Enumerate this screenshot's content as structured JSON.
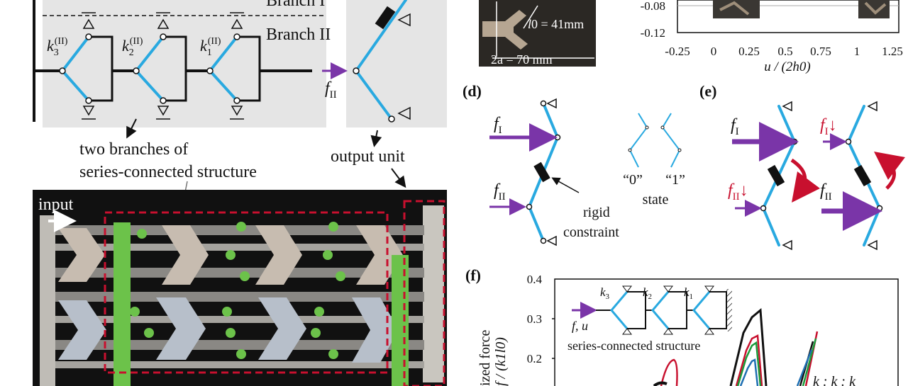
{
  "panel_b": {
    "branch1": "Branch I",
    "branch2": "Branch II",
    "k3": "k",
    "k3_sub": "3",
    "k3_sup": "(II)",
    "k2": "k",
    "k2_sub": "2",
    "k2_sup": "(II)",
    "k1": "k",
    "k1_sub": "1",
    "k1_sup": "(II)",
    "f2": "f",
    "f2_sub": "II",
    "caption_branches_1": "two branches of",
    "caption_branches_2": "series-connected structure",
    "caption_output": "output unit",
    "input_label": "input"
  },
  "panel_c": {
    "l0": "l",
    "l0_rest": "0 = 41mm",
    "two_a": "2a = 70 mm",
    "chart_data": {
      "type": "line",
      "xlabel": "u / (2h0)",
      "ylabel": "",
      "xticks": [
        "-0.25",
        "0",
        "0.25",
        "0.5",
        "0.75",
        "1",
        "1.25"
      ],
      "yticks": [
        "-0.08",
        "-0.12"
      ],
      "xlim": [
        -0.25,
        1.25
      ],
      "ylim": [
        -0.12,
        -0.06
      ]
    }
  },
  "panel_d": {
    "label": "(d)",
    "f1": "f",
    "f1_sub": "I",
    "f2": "f",
    "f2_sub": "II",
    "rigid_1": "rigid",
    "rigid_2": "constraint",
    "state0": "“0”",
    "state1": "“1”",
    "state": "state"
  },
  "panel_e": {
    "label": "(e)",
    "f1": "f",
    "f1_sub": "I",
    "f2": "f",
    "f2_sub": "II",
    "f1_red": "f",
    "f1_red_sub": "I",
    "f1_red_arrow": "↓",
    "f2_red": "f",
    "f2_red_sub": "II",
    "f2_red_arrow": "↓"
  },
  "panel_f": {
    "label": "(f)",
    "k3": "k",
    "k3_sub": "3",
    "k2": "k",
    "k2_sub": "2",
    "k1": "k",
    "k1_sub": "1",
    "fu": "f, u",
    "inset_caption": "series-connected structure",
    "ylabel_1": "ized force",
    "ylabel_2": "f / (k1l0)",
    "ratio": "k : k : k",
    "chart_data": {
      "type": "line",
      "xlabel": "",
      "ylabel": "ized force  f / (k1l0)",
      "yticks": [
        "0.2",
        "0.3",
        "0.4"
      ],
      "ylim": [
        0.1,
        0.4
      ],
      "series": [
        {
          "color": "#111111"
        },
        {
          "color": "#c8102e"
        },
        {
          "color": "#1a9a3a"
        },
        {
          "color": "#1f6fb2"
        }
      ]
    }
  }
}
